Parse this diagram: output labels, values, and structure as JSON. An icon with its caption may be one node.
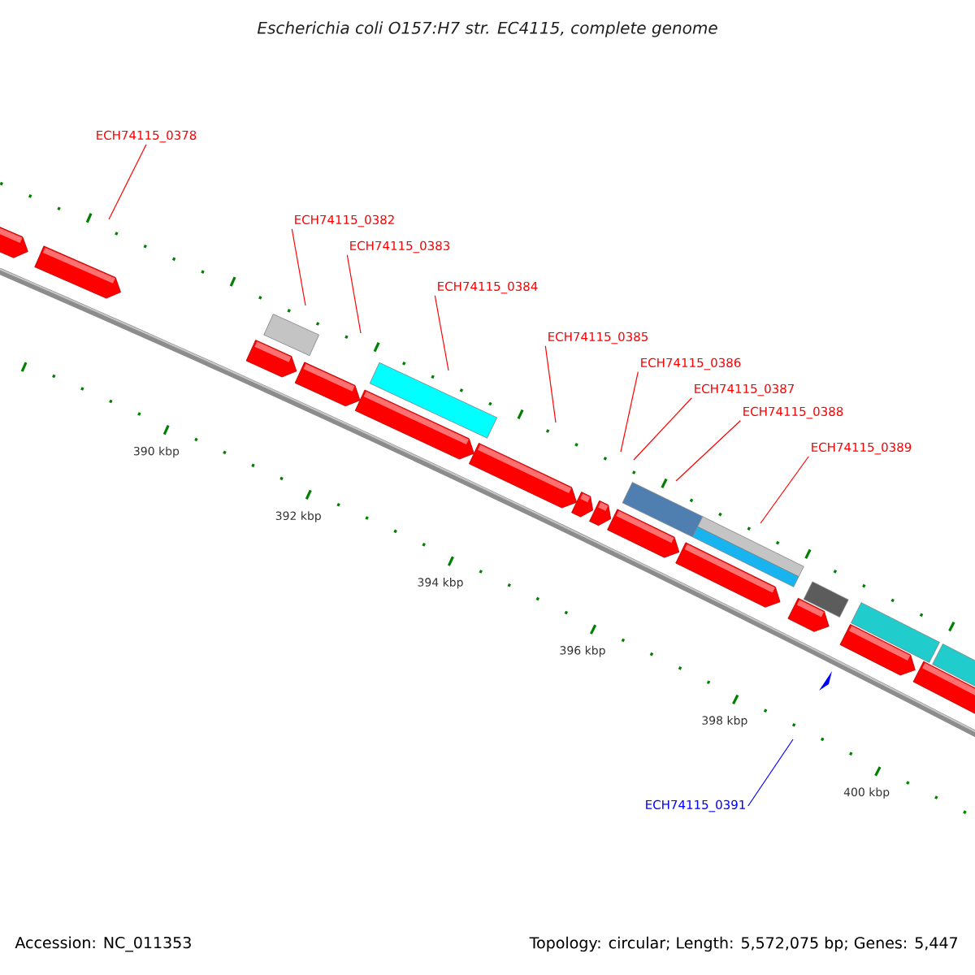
{
  "diagram": {
    "title": "Escherichia coli O157:H7 str. EC4115, complete genome",
    "nodes": [
      {
        "text": [
          "ECH74115_0378"
        ]
      },
      {
        "text": [
          "ECH74115_0382"
        ]
      },
      {
        "text": [
          "ECH74115_0383"
        ]
      },
      {
        "text": [
          "ECH74115_0384"
        ]
      },
      {
        "text": [
          "ECH74115_0385"
        ]
      },
      {
        "text": [
          "ECH74115_0386"
        ]
      },
      {
        "text": [
          "ECH74115_0387"
        ]
      },
      {
        "text": [
          "ECH74115_0388"
        ]
      },
      {
        "text": [
          "ECH74115_0389"
        ]
      },
      {
        "text": [
          "ECH74115_0391"
        ]
      }
    ],
    "edges": [
      {
        "from": 0,
        "to": null,
        "arrow": "none"
      },
      {
        "from": 1,
        "to": null,
        "arrow": "none"
      },
      {
        "from": 2,
        "to": null,
        "arrow": "none"
      },
      {
        "from": 3,
        "to": null,
        "arrow": "none"
      },
      {
        "from": 4,
        "to": null,
        "arrow": "none"
      },
      {
        "from": 5,
        "to": null,
        "arrow": "none"
      },
      {
        "from": 6,
        "to": null,
        "arrow": "none"
      },
      {
        "from": 7,
        "to": null,
        "arrow": "none"
      },
      {
        "from": 8,
        "to": null,
        "arrow": "none"
      },
      {
        "from": 9,
        "to": null,
        "arrow": "none",
        "color": "#0000ff"
      }
    ],
    "labels": [
      "390 kbp",
      "392 kbp",
      "394 kbp",
      "396 kbp",
      "398 kbp",
      "400 kbp",
      "Accession: NC_011353",
      "Topology: circular; Length: 5,572,075 bp; Genes: 5,447"
    ]
  }
}
